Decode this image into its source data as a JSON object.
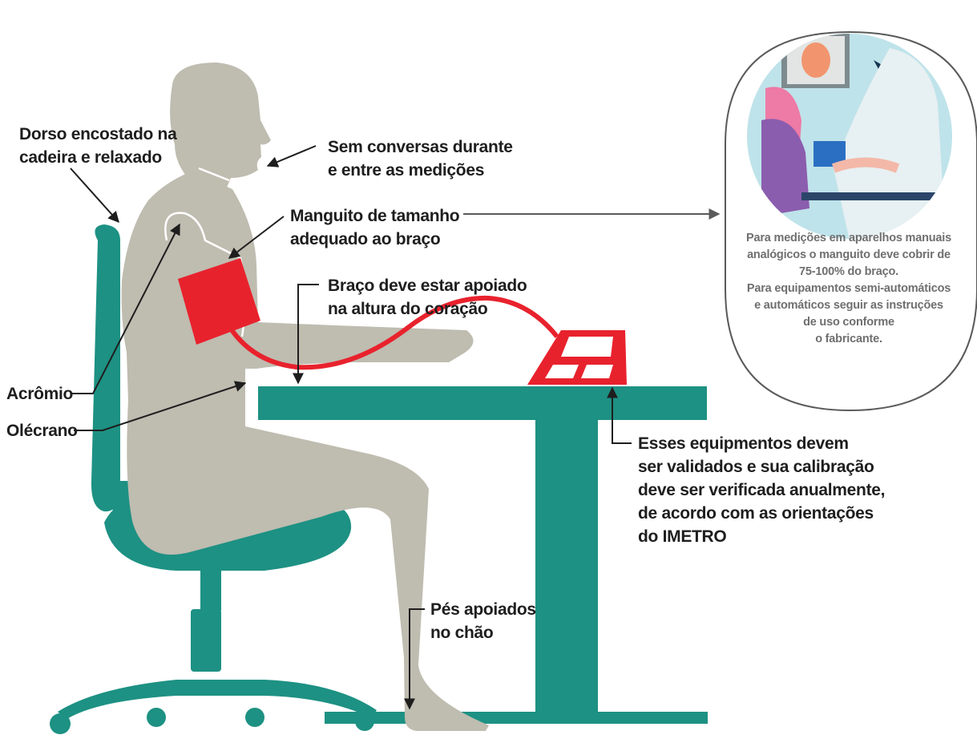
{
  "labels": {
    "dorso": [
      "Dorso encostado na",
      "cadeira e relaxado"
    ],
    "conversa": [
      "Sem conversas durante",
      "e entre as medições"
    ],
    "manguito": [
      "Manguito de tamanho",
      "adequado ao braço"
    ],
    "braco": [
      "Braço deve estar apoiado",
      "na altura do coração"
    ],
    "acromio": [
      "Acrômio"
    ],
    "olecrano": [
      "Olécrano"
    ],
    "equipamentos": [
      "Esses equipmentos devem",
      "ser validados e sua calibração",
      "deve ser verificada anualmente,",
      "de acordo com as orientações",
      "do IMETRO"
    ],
    "pes": [
      "Pés apoiados",
      "no chão"
    ]
  },
  "callout": {
    "lines": [
      "Para medições em aparelhos manuais",
      "analógicos o manguito deve cobrir de",
      "75-100% do braço.",
      "Para equipamentos semi-automáticos",
      "e automáticos seguir as instruções",
      "de uso conforme",
      "o fabricante."
    ]
  },
  "colors": {
    "skin": "#bfbcb0",
    "chair": "#1d9183",
    "desk": "#1d9183",
    "cuff": "#e8222d",
    "monitor": "#e8222d",
    "text": "#1e1e1e",
    "callout_text": "#6f6f6f",
    "callout_border": "#5a5a5a"
  }
}
